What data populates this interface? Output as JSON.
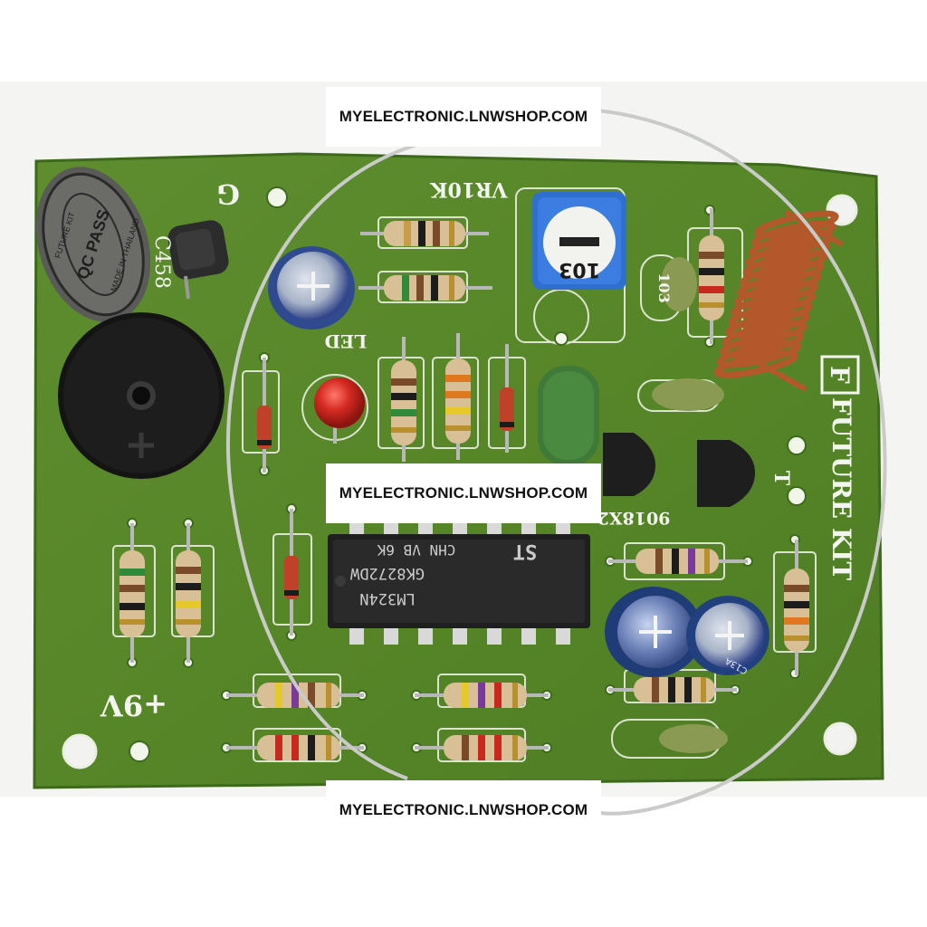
{
  "watermarks": [
    "MYELECTRONIC.LNWSHOP.COM",
    "MYELECTRONIC.LNWSHOP.COM",
    "MYELECTRONIC.LNWSHOP.COM"
  ],
  "silkscreen": {
    "brand_logo": "F",
    "brand_name": "FUTURE KIT",
    "power_label": "+9V",
    "led_label": "LED",
    "trimmer_label": "VR10K",
    "transistor_label": "9018X2",
    "part_code": "C458",
    "ground_label": "G",
    "test_point_label": "T"
  },
  "components": {
    "ic_line1": "ST",
    "ic_line2": "CHN  VB 6K",
    "ic_line3": "GK8272DW",
    "ic_line4": "LM324N",
    "qc_sticker_line1": "QC PASS",
    "qc_sticker_line2": "FUTURE KIT",
    "qc_sticker_line3": "MADE IN THAILAND",
    "trimmer_code": "103",
    "ceramic_cap_code": "103",
    "electrolytic_cap_code": "C13A"
  },
  "colors": {
    "pcb": "#5c8a2e",
    "silkscreen": "#f3f6ee",
    "coil": "#b2582a",
    "trimmer": "#2f6fcf",
    "led": "#d42a22"
  }
}
